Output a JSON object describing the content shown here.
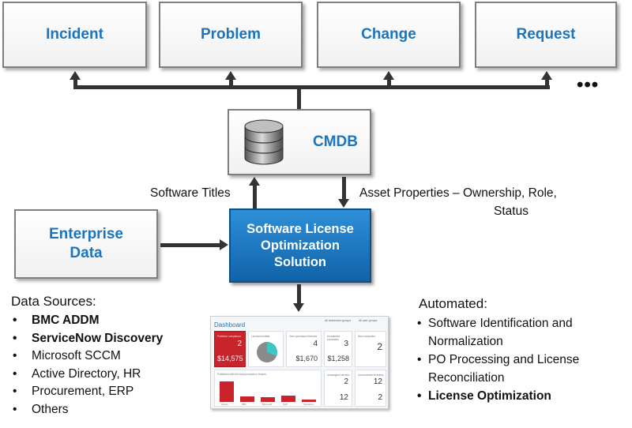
{
  "top_boxes": {
    "incident": "Incident",
    "problem": "Problem",
    "change": "Change",
    "request": "Request"
  },
  "ellipsis": "•••",
  "cmdb": {
    "title": "CMDB",
    "icon": "database-icon"
  },
  "labels": {
    "software_titles": "Software Titles",
    "asset_properties_line1": "Asset Properties – Ownership, Role,",
    "asset_properties_line2": "Status"
  },
  "enterprise": {
    "line1": "Enterprise",
    "line2": "Data"
  },
  "slo": {
    "line1": "Software License",
    "line2": "Optimization",
    "line3": "Solution"
  },
  "data_sources": {
    "title": "Data Sources:",
    "items": [
      "BMC ADDM",
      "ServiceNow Discovery",
      "Microsoft SCCM",
      "Active Directory, HR",
      "Procurement, ERP",
      "Others"
    ]
  },
  "automated": {
    "title": "Automated:",
    "items": [
      {
        "line1": "Software Identification and",
        "line2": "Normalization"
      },
      {
        "line1": "PO Processing and License",
        "line2": "Reconciliation"
      },
      {
        "line1": "License Optimization",
        "line2": ""
      }
    ]
  },
  "dashboard": {
    "title": "Dashboard",
    "controls": [
      "All dashboard groups",
      "All user groups"
    ],
    "tiles": {
      "publisher_numbers": "2",
      "publisher_amount": "$14,575",
      "publisher_label": "Publisher compliance",
      "licensed_label": "Licensed installs",
      "purchased_count": "4",
      "purchased_amount": "$1,670",
      "purchased_label": "Over purchased licenses",
      "unmatched_count": "3",
      "unmatched_amount": "$1,258",
      "unmatched_label": "Unmatched purchases",
      "new_count": "2",
      "new_label": "New computers",
      "unassigned_count": "2",
      "unassigned_label": "Unassigned devices",
      "unassigned2_count": "12",
      "unsuccessful_count": "12",
      "unsuccessful_label": "Unsuccessful inventory",
      "missing_count": "2",
      "missing_label": "Missing devices",
      "chart_label": "Publishers with the most products in breach"
    },
    "mini_chart": {
      "categories": [
        "Adobe",
        "IBM",
        "Microsoft",
        "SAP",
        "Symantec"
      ],
      "values": [
        100,
        28,
        22,
        30,
        12
      ]
    },
    "colors": {
      "accent_red": "#c9242b",
      "accent_teal": "#3dc6c6"
    }
  },
  "colors": {
    "title_blue": "#1c75bc",
    "solution_blue": "#1163a8",
    "arrow": "#333333"
  }
}
